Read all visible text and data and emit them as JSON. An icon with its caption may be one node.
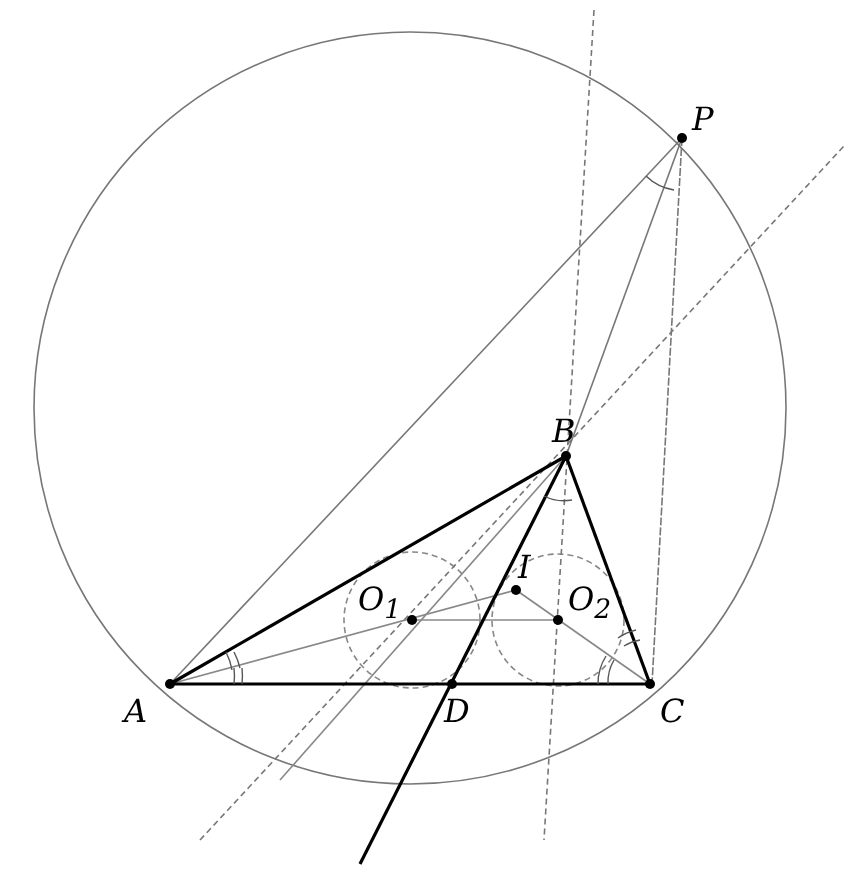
{
  "diagram": {
    "labels": [
      "P",
      "B",
      "I",
      "O$_{1}$",
      "O$_{2}$",
      "A",
      "D",
      "C"
    ]
  }
}
